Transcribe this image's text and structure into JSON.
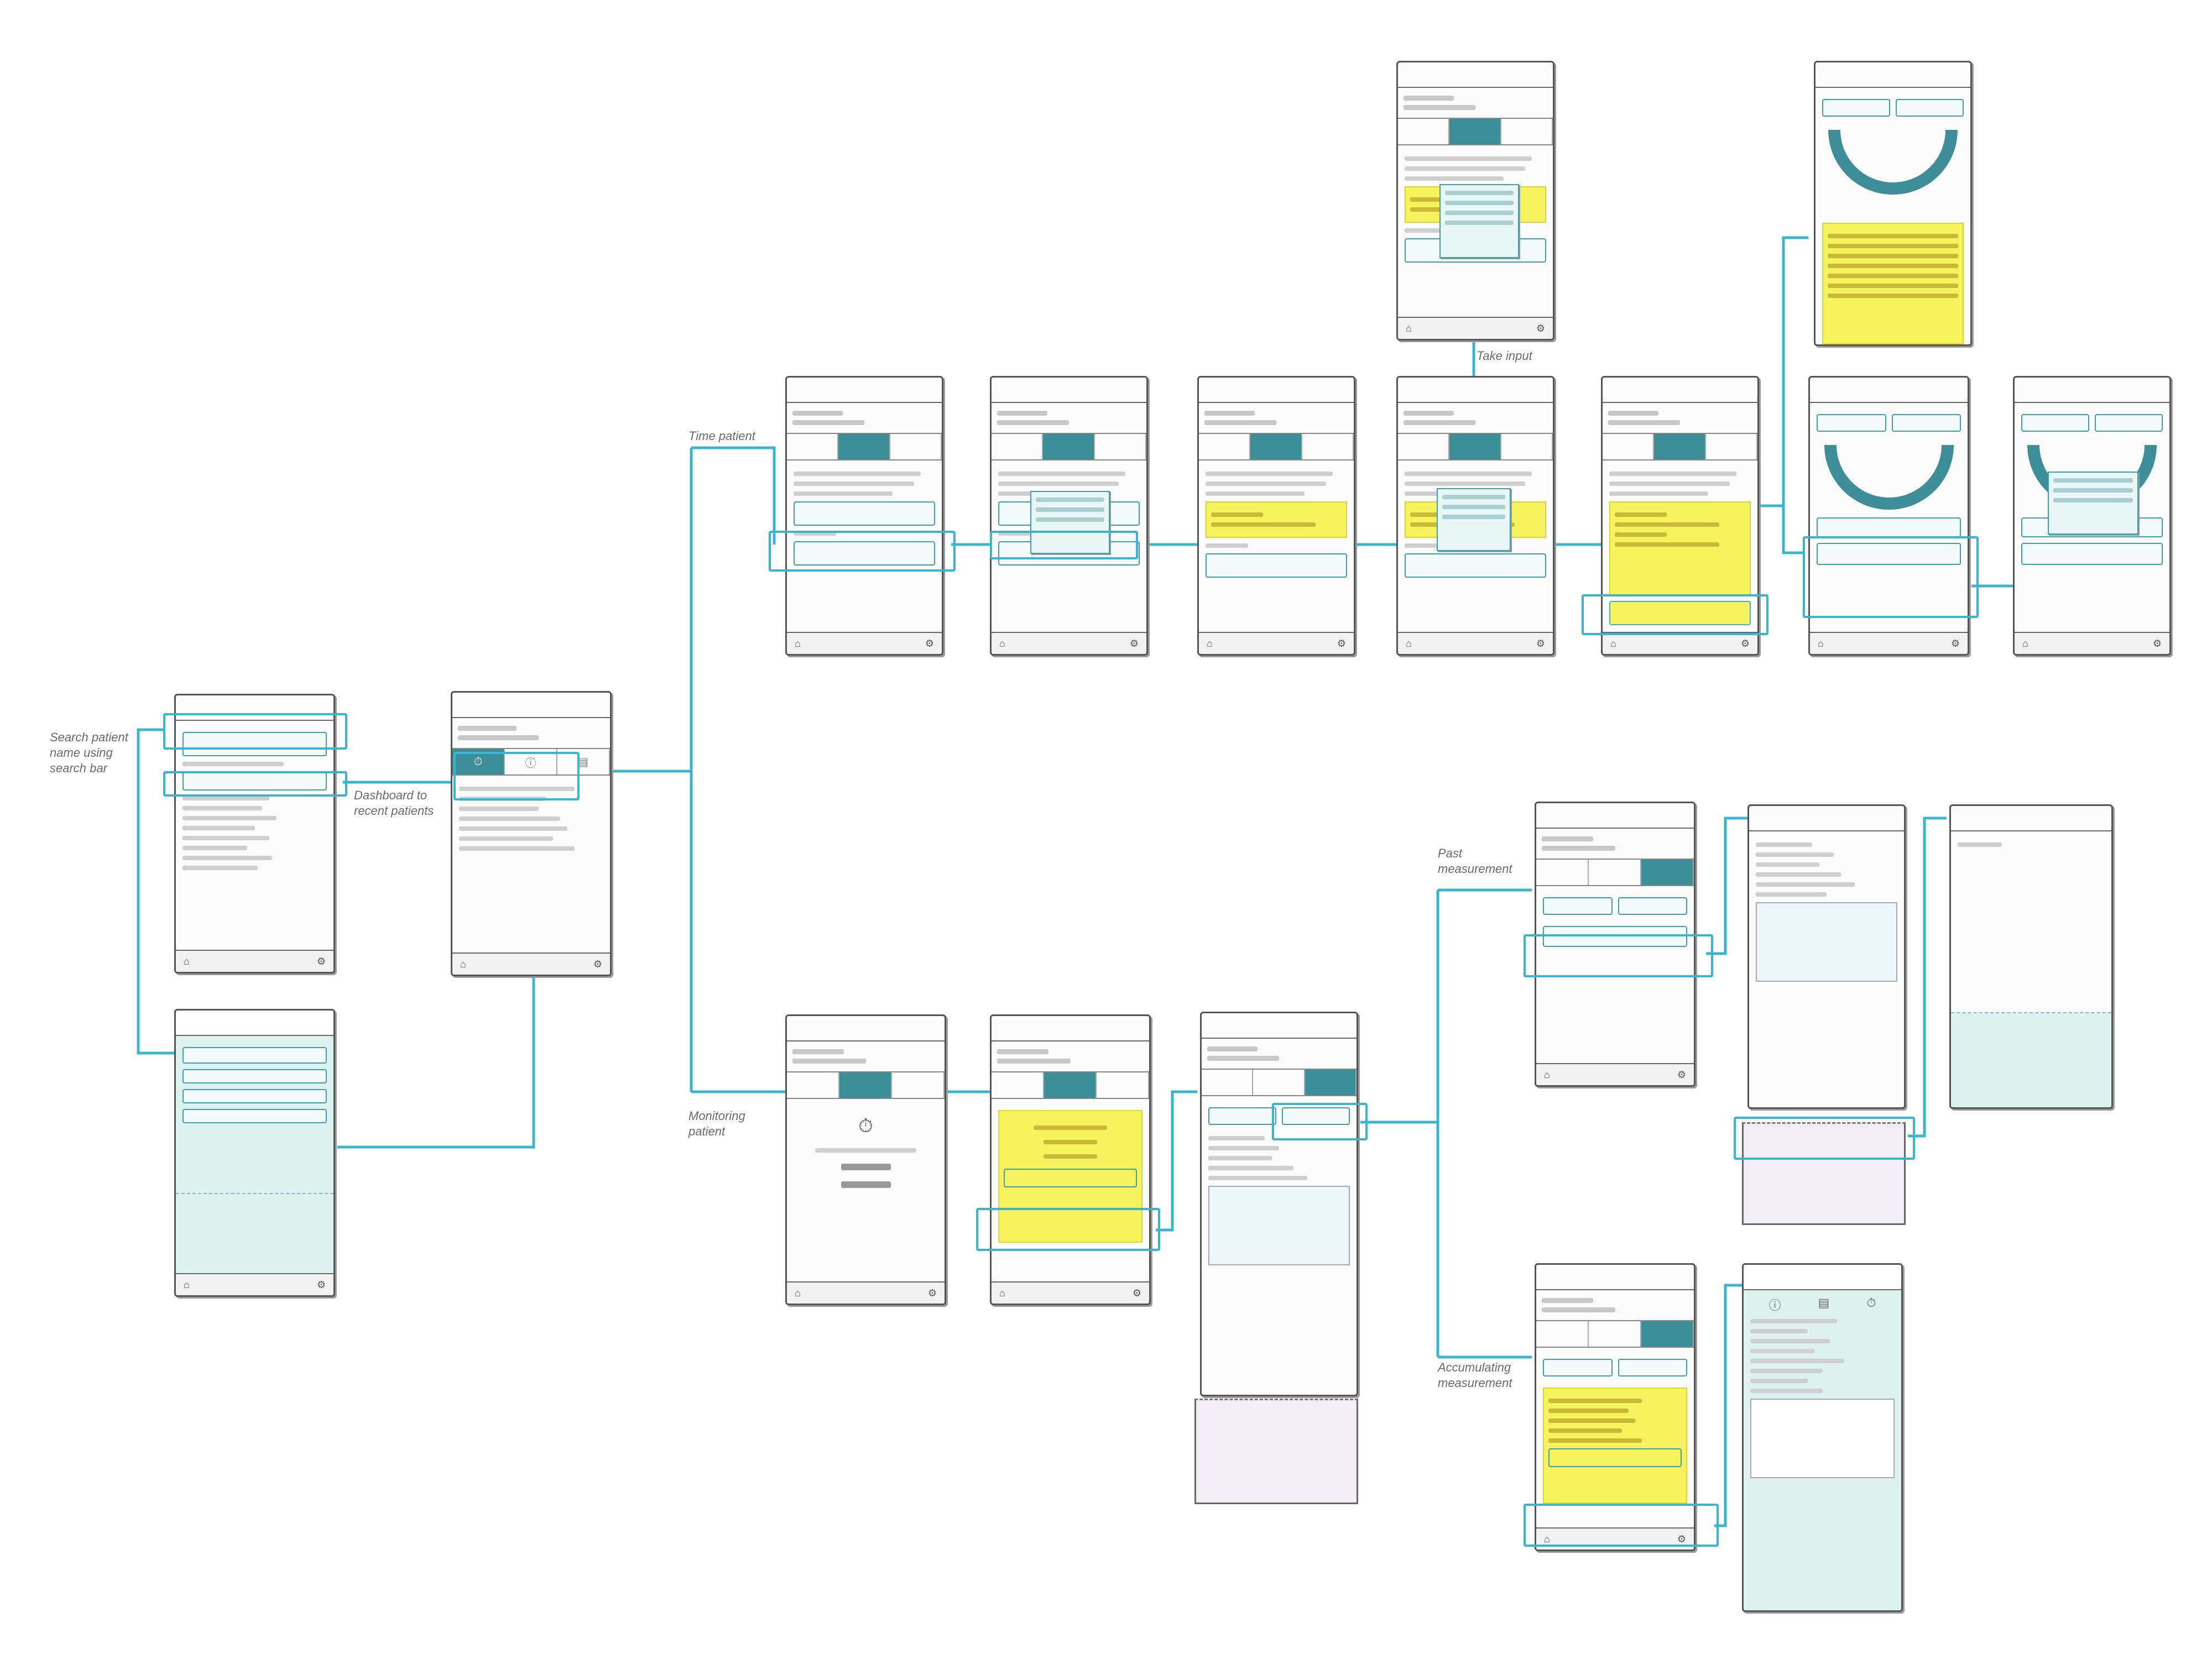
{
  "colors": {
    "connector": "#3cb4cf",
    "tab_active": "#3b8d98",
    "sticky_note": "#f7f35c",
    "mint_panel": "#dcf3ef",
    "frame": "#555555"
  },
  "labels": {
    "search_patient": "Search patient\nname using\nsearch bar",
    "dashboard_recent": "Dashboard to\nrecent patients",
    "time_patient": "Time patient",
    "monitoring_patient": "Monitoring\npatient",
    "take_input": "Take input",
    "past_measurement": "Past\nmeasurement",
    "accumulating_measurement": "Accumulating\nmeasurement"
  },
  "icons": {
    "back": "chevron-left-icon",
    "home": "home-icon",
    "settings": "gear-icon",
    "timer": "timer-icon",
    "clock": "stopwatch-icon",
    "info": "info-icon",
    "chart": "chart-icon",
    "search": "search-icon"
  }
}
